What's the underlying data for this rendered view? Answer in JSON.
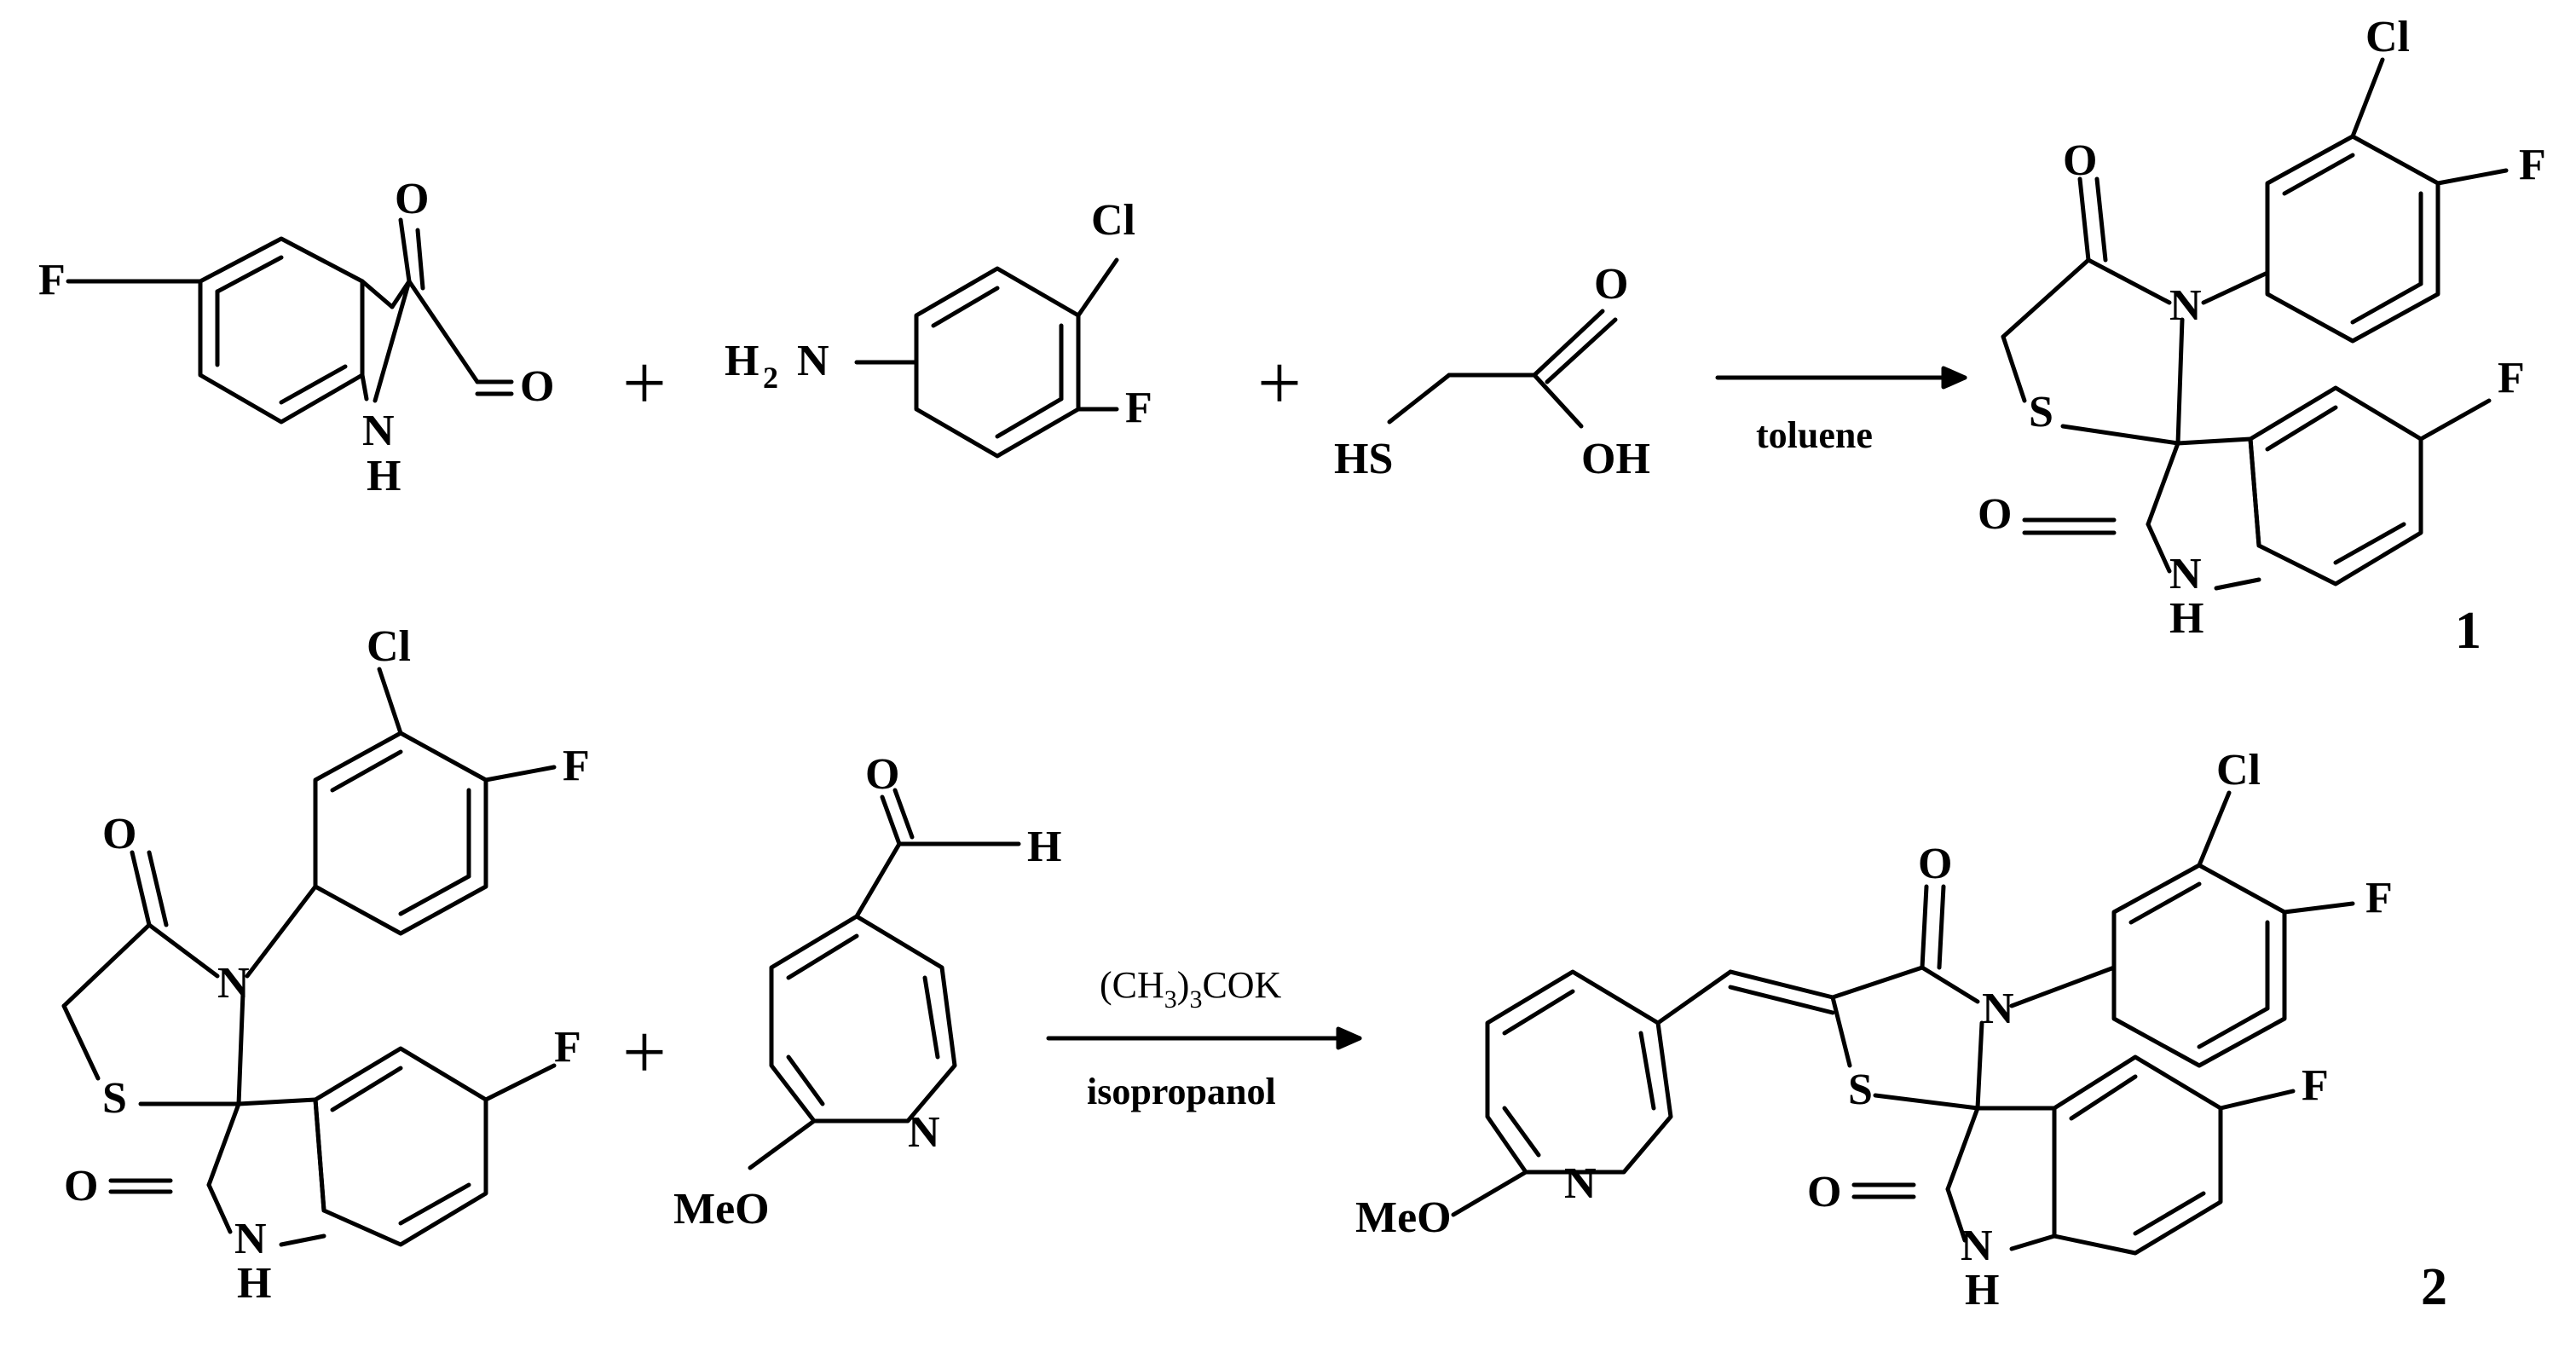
{
  "atoms": {
    "F": "F",
    "Cl": "Cl",
    "O": "O",
    "N": "N",
    "H": "H",
    "S": "S",
    "NH2": "H",
    "NH2_sub": "2",
    "NH2_N": "N",
    "HS": "HS",
    "OH": "OH",
    "MeO": "MeO"
  },
  "plus_sign": "+",
  "reaction1": {
    "solvent": "toluene",
    "product_label": "1"
  },
  "reaction2": {
    "reagent_prefix": "(CH",
    "reagent_sub1": "3",
    "reagent_mid": ")",
    "reagent_sub2": "3",
    "reagent_suffix": "COK",
    "solvent": "isopropanol",
    "product_label": "2"
  }
}
